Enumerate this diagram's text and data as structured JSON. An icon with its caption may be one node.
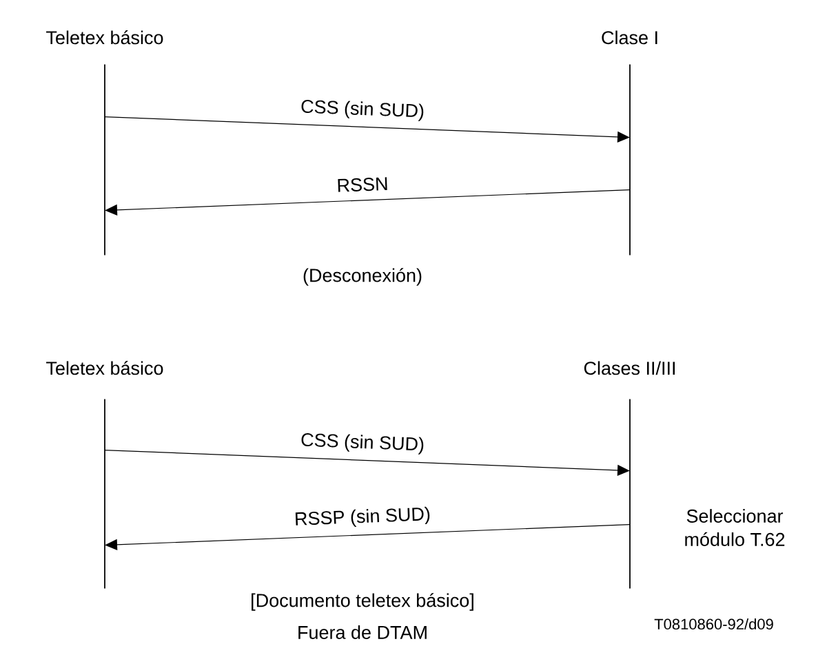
{
  "diagram": {
    "nodes": [
      {
        "text": [
          "Teletex básico"
        ]
      },
      {
        "text": [
          "Clase I"
        ]
      },
      {
        "text": [
          "Teletex básico"
        ]
      },
      {
        "text": [
          "Clases II/III"
        ]
      }
    ],
    "edges": [
      {
        "from": 0,
        "to": 1,
        "arrow": "to",
        "label": "CSS (sin SUD)"
      },
      {
        "from": 1,
        "to": 0,
        "arrow": "to",
        "label": "RSSN"
      },
      {
        "from": 2,
        "to": 3,
        "arrow": "to",
        "label": "CSS (sin SUD)"
      },
      {
        "from": 3,
        "to": 2,
        "arrow": "to",
        "label": "RSSP (sin SUD)"
      }
    ],
    "labels": [
      "(Desconexión)",
      "Seleccionar módulo T.62",
      "[Documento teletex básico]",
      "Fuera de DTAM",
      "T0810860-92/d09"
    ]
  }
}
